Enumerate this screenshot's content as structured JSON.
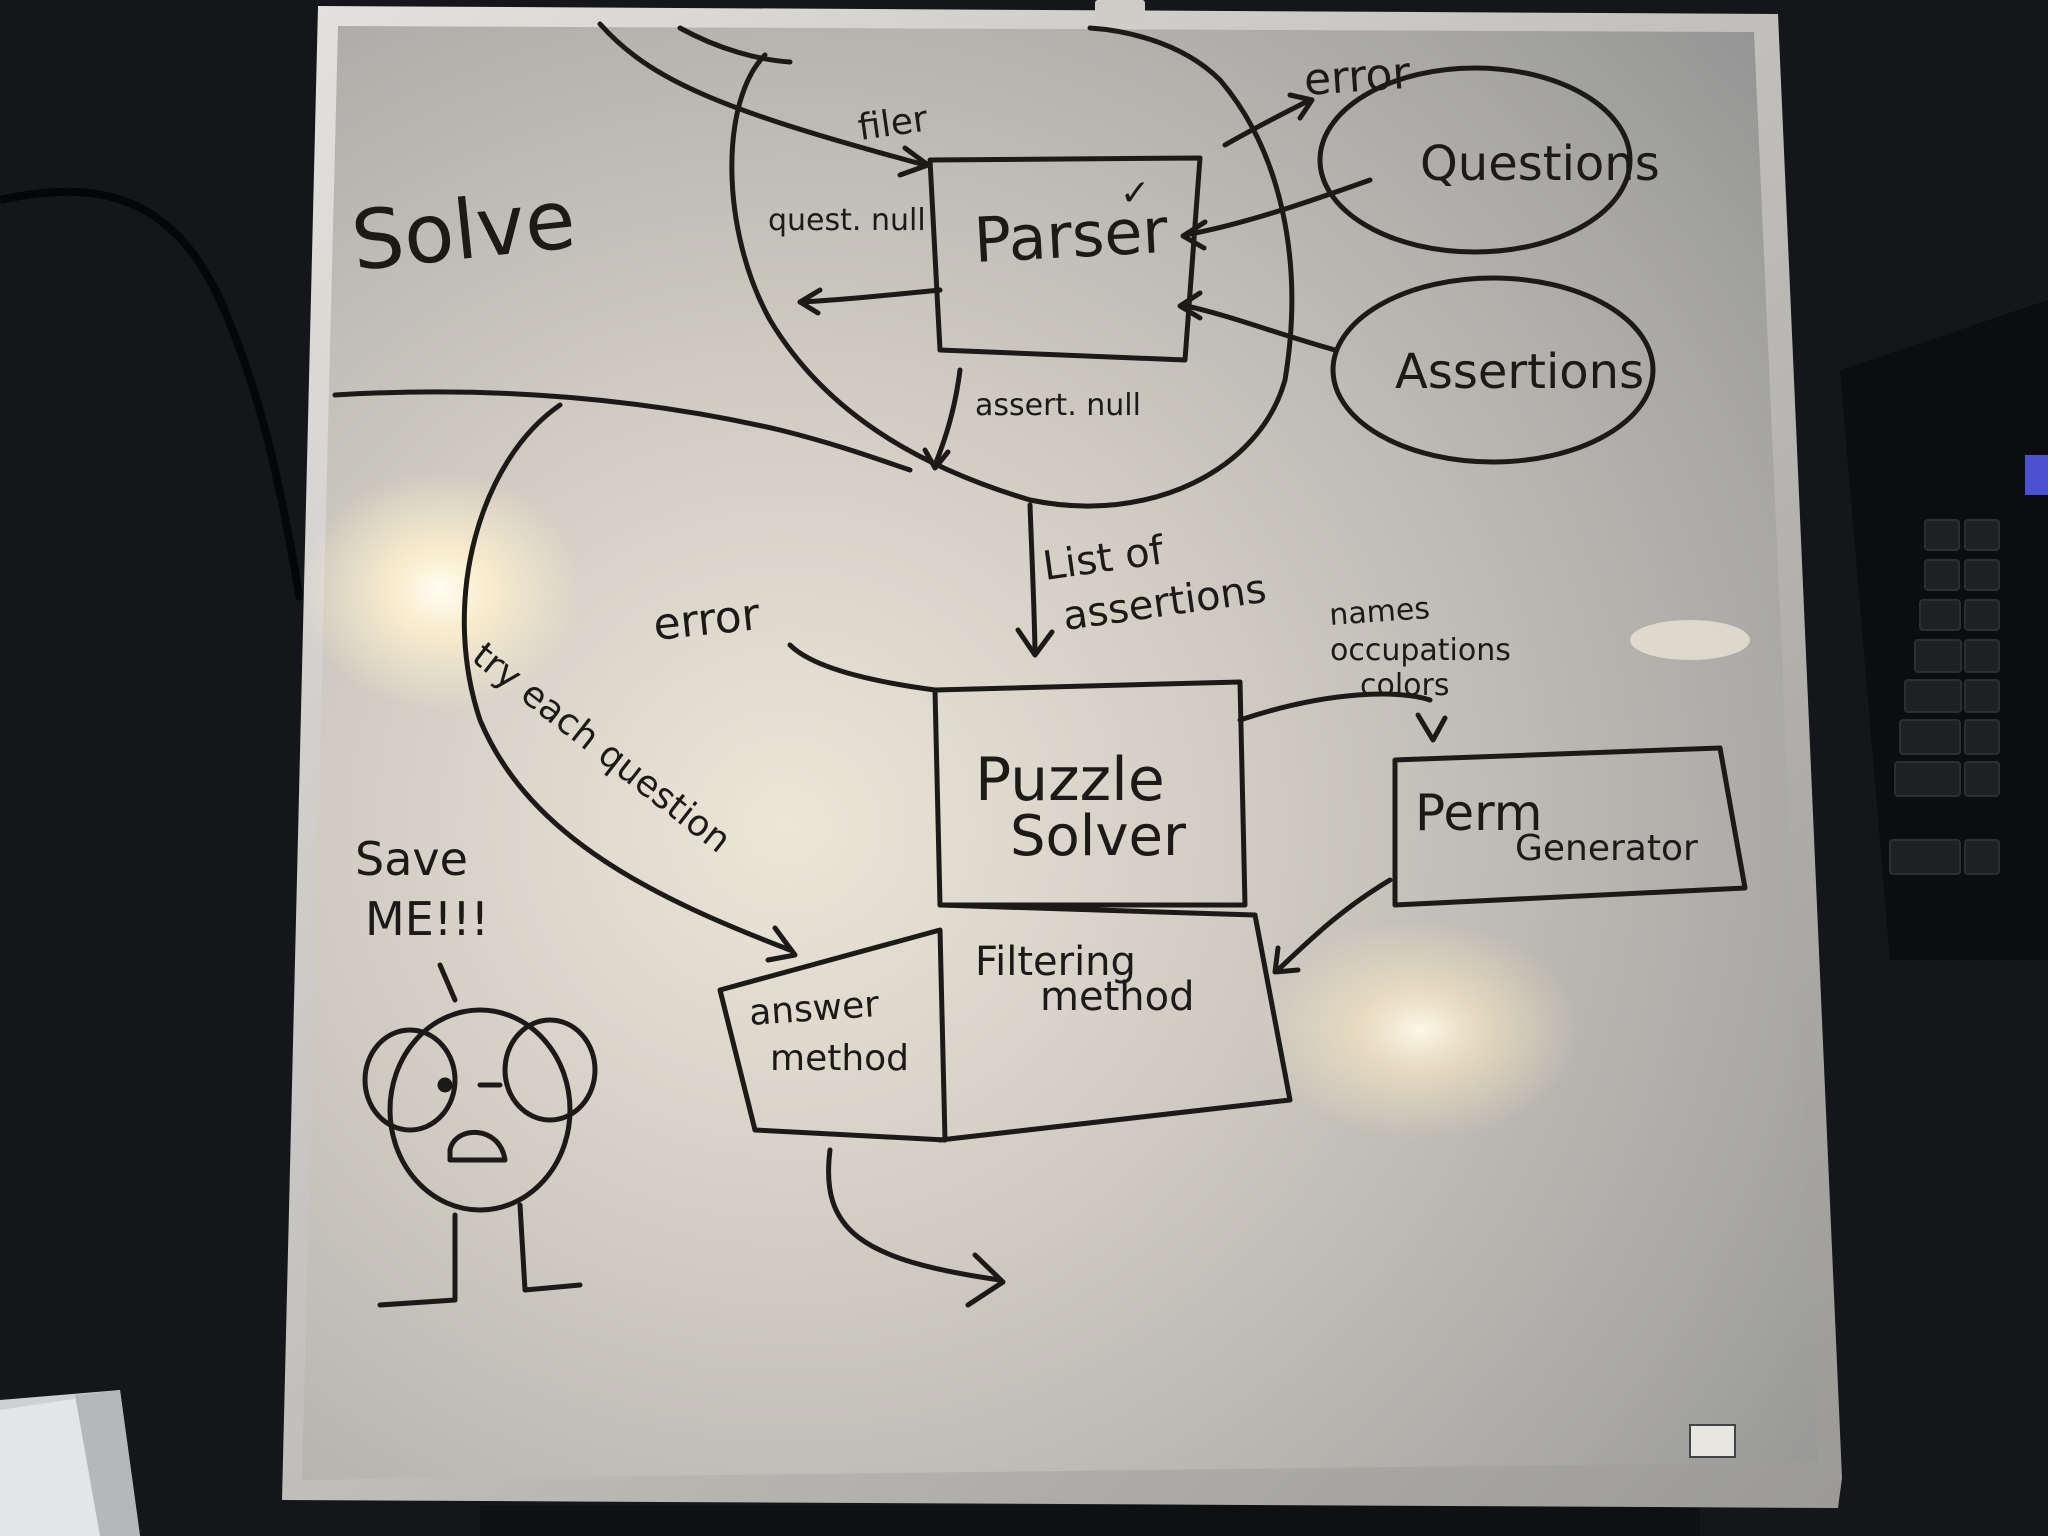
{
  "whiteboard": {
    "title": "Solve",
    "parser": {
      "label": "Parser",
      "check": "✓",
      "input_label": "filer",
      "quest_null": "quest. null",
      "assert_null": "assert. null",
      "error": "error",
      "questions": "Questions",
      "assertions": "Assertions"
    },
    "flow": {
      "list_line1": "List of",
      "list_line2": "assertions",
      "error": "error",
      "try_each": "try each question",
      "lists_line1": "names",
      "lists_line2": "occupations",
      "lists_line3": "colors"
    },
    "solver": {
      "line1": "Puzzle",
      "line2": "Solver",
      "filtering_line1": "Filtering",
      "filtering_line2": "method",
      "answer_line1": "answer",
      "answer_line2": "method"
    },
    "perm": {
      "line1": "Perm",
      "line2": "Generator"
    },
    "doodle": {
      "line1": "Save",
      "line2": "ME!!!"
    }
  },
  "colors": {
    "board": "#d9d6cf",
    "frame": "#c9c7c2",
    "ink": "#1b1a17",
    "glare": "#fff4d6",
    "background": "#141619"
  },
  "icons": {
    "laptop": "laptop-keyboard",
    "paper": "paper-stack",
    "cable": "power-cable",
    "logo": "board-maker-logo"
  }
}
